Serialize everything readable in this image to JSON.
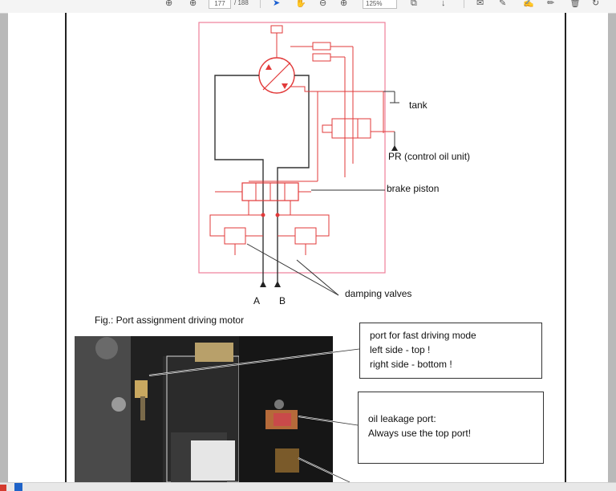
{
  "toolbar": {
    "current_page": "177",
    "total_pages": "/ 188",
    "zoom": "125%"
  },
  "diagram": {
    "label_tank": "tank",
    "label_pr": "PR (control oil unit)",
    "label_brake": "brake  piston",
    "label_damping": "damping  valves",
    "label_a": "A",
    "label_b": "B"
  },
  "figure": {
    "caption": "Fig.: Port assignment driving motor"
  },
  "callouts": {
    "fast_mode": [
      "port for fast driving mode",
      "left side - top !",
      "right side - bottom !"
    ],
    "leakage": [
      "oil  leakage port:",
      "Always use the top port!"
    ]
  },
  "colors": {
    "hydraulic_red": "#e23a3a",
    "frame_pink": "#ee7f9a"
  }
}
